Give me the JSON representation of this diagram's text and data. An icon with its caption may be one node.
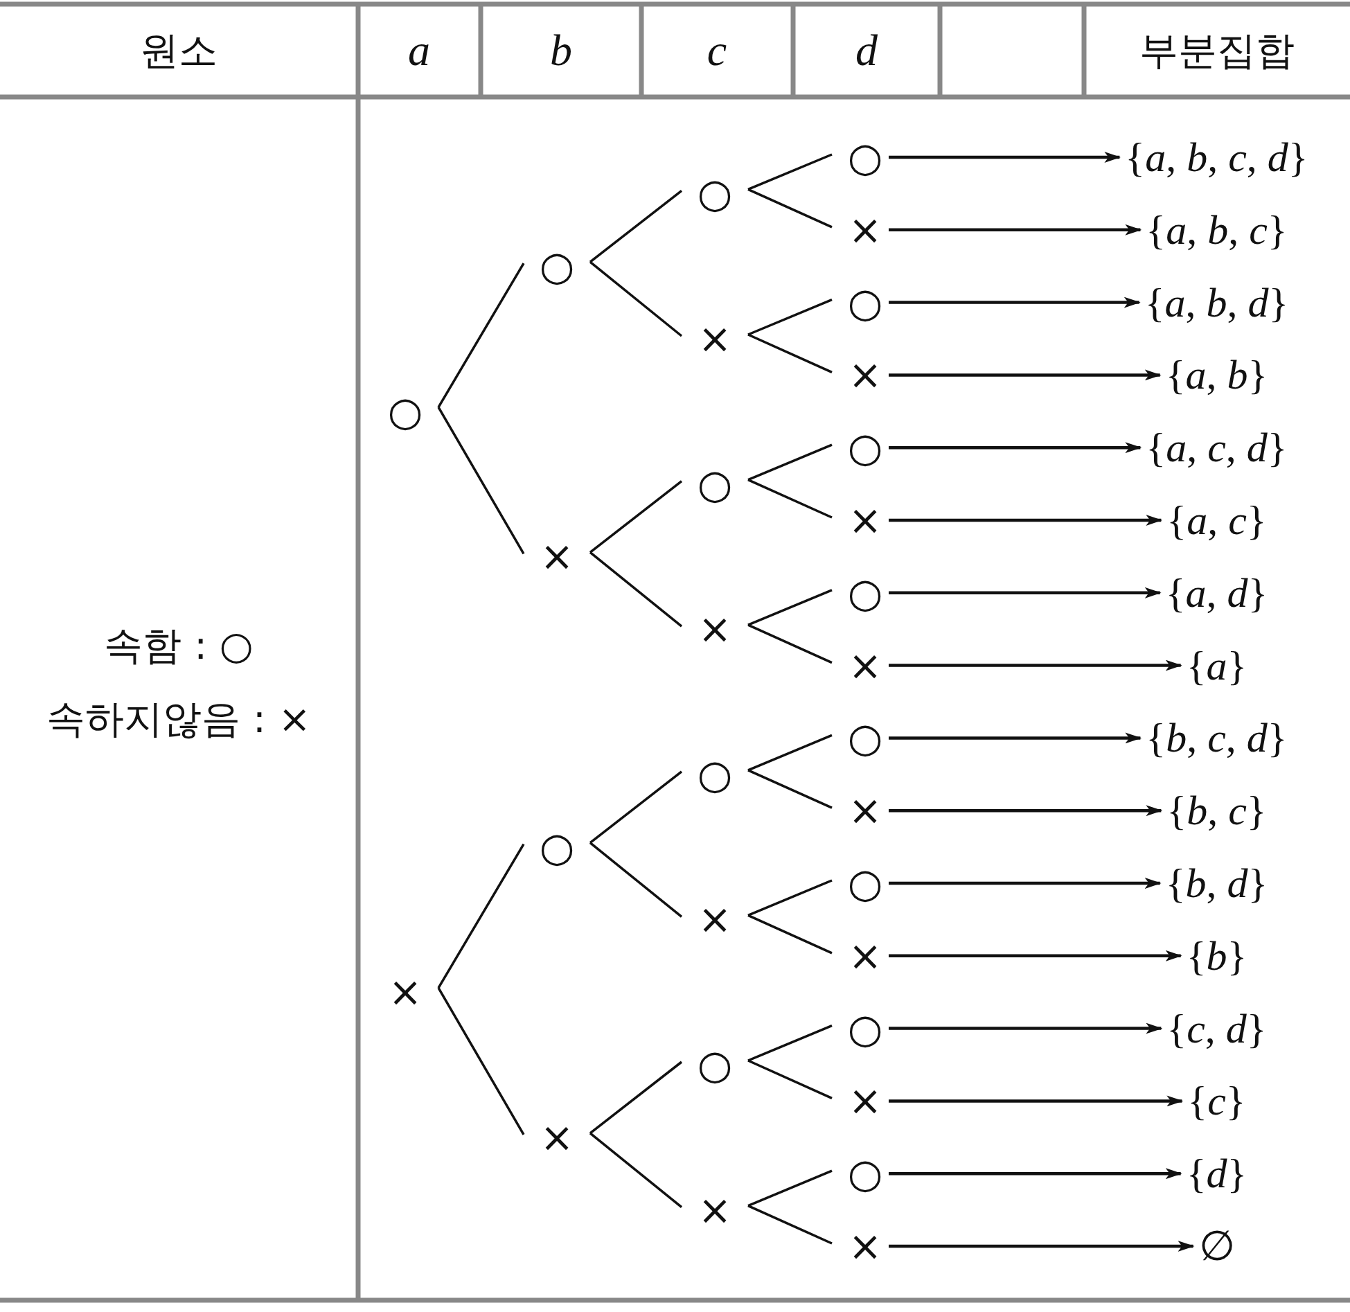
{
  "diagram": {
    "nodes": [
      {
        "text": [
          "○"
        ]
      },
      {
        "text": [
          "×"
        ]
      },
      {
        "text": [
          "○"
        ]
      },
      {
        "text": [
          "×"
        ]
      },
      {
        "text": [
          "○"
        ]
      },
      {
        "text": [
          "×"
        ]
      },
      {
        "text": [
          "○"
        ]
      },
      {
        "text": [
          "×"
        ]
      },
      {
        "text": [
          "○"
        ]
      },
      {
        "text": [
          "×"
        ]
      },
      {
        "text": [
          "○"
        ]
      },
      {
        "text": [
          "×"
        ]
      },
      {
        "text": [
          "○"
        ]
      },
      {
        "text": [
          "×"
        ]
      },
      {
        "text": [
          "○"
        ]
      },
      {
        "text": [
          "×"
        ]
      },
      {
        "text": [
          "○"
        ]
      },
      {
        "text": [
          "×"
        ]
      },
      {
        "text": [
          "○"
        ]
      },
      {
        "text": [
          "×"
        ]
      },
      {
        "text": [
          "○"
        ]
      },
      {
        "text": [
          "×"
        ]
      },
      {
        "text": [
          "○"
        ]
      },
      {
        "text": [
          "×"
        ]
      },
      {
        "text": [
          "○"
        ]
      },
      {
        "text": [
          "×"
        ]
      },
      {
        "text": [
          "○"
        ]
      },
      {
        "text": [
          "×"
        ]
      },
      {
        "text": [
          "○"
        ]
      },
      {
        "text": [
          "×"
        ]
      },
      {
        "text": [
          "{*a*, *b*, *c*, *d*}"
        ]
      },
      {
        "text": [
          "{*a*, *b*, *c*}"
        ]
      },
      {
        "text": [
          "{*a*, *b*, *d*}"
        ]
      },
      {
        "text": [
          "{*a*, *b*}"
        ]
      },
      {
        "text": [
          "{*a*, *c*, *d*}"
        ]
      },
      {
        "text": [
          "{*a*, *c*}"
        ]
      },
      {
        "text": [
          "{*a*, *d*}"
        ]
      },
      {
        "text": [
          "{*a*}"
        ]
      },
      {
        "text": [
          "{*b*, *c*, *d*}"
        ]
      },
      {
        "text": [
          "{*b*, *c*}"
        ]
      },
      {
        "text": [
          "{*b*, *d*}"
        ]
      },
      {
        "text": [
          "{*b*}"
        ]
      },
      {
        "text": [
          "{*c*, *d*}"
        ]
      },
      {
        "text": [
          "{*c*}"
        ]
      },
      {
        "text": [
          "{*d*}"
        ]
      },
      {
        "text": [
          "∅"
        ]
      }
    ],
    "edges": [
      {
        "from": 0,
        "to": 2,
        "arrow": "none"
      },
      {
        "from": 0,
        "to": 3,
        "arrow": "none"
      },
      {
        "from": 1,
        "to": 4,
        "arrow": "none"
      },
      {
        "from": 1,
        "to": 5,
        "arrow": "none"
      },
      {
        "from": 2,
        "to": 6,
        "arrow": "none"
      },
      {
        "from": 2,
        "to": 7,
        "arrow": "none"
      },
      {
        "from": 3,
        "to": 8,
        "arrow": "none"
      },
      {
        "from": 3,
        "to": 9,
        "arrow": "none"
      },
      {
        "from": 4,
        "to": 10,
        "arrow": "none"
      },
      {
        "from": 4,
        "to": 11,
        "arrow": "none"
      },
      {
        "from": 5,
        "to": 12,
        "arrow": "none"
      },
      {
        "from": 5,
        "to": 13,
        "arrow": "none"
      },
      {
        "from": 6,
        "to": 14,
        "arrow": "none"
      },
      {
        "from": 6,
        "to": 15,
        "arrow": "none"
      },
      {
        "from": 7,
        "to": 16,
        "arrow": "none"
      },
      {
        "from": 7,
        "to": 17,
        "arrow": "none"
      },
      {
        "from": 8,
        "to": 18,
        "arrow": "none"
      },
      {
        "from": 8,
        "to": 19,
        "arrow": "none"
      },
      {
        "from": 9,
        "to": 20,
        "arrow": "none"
      },
      {
        "from": 9,
        "to": 21,
        "arrow": "none"
      },
      {
        "from": 10,
        "to": 22,
        "arrow": "none"
      },
      {
        "from": 10,
        "to": 23,
        "arrow": "none"
      },
      {
        "from": 11,
        "to": 24,
        "arrow": "none"
      },
      {
        "from": 11,
        "to": 25,
        "arrow": "none"
      },
      {
        "from": 12,
        "to": 26,
        "arrow": "none"
      },
      {
        "from": 12,
        "to": 27,
        "arrow": "none"
      },
      {
        "from": 13,
        "to": 28,
        "arrow": "none"
      },
      {
        "from": 13,
        "to": 29,
        "arrow": "none"
      },
      {
        "from": 14,
        "to": 30,
        "arrow": "to"
      },
      {
        "from": 15,
        "to": 31,
        "arrow": "to"
      },
      {
        "from": 16,
        "to": 32,
        "arrow": "to"
      },
      {
        "from": 17,
        "to": 33,
        "arrow": "to"
      },
      {
        "from": 18,
        "to": 34,
        "arrow": "to"
      },
      {
        "from": 19,
        "to": 35,
        "arrow": "to"
      },
      {
        "from": 20,
        "to": 36,
        "arrow": "to"
      },
      {
        "from": 21,
        "to": 37,
        "arrow": "to"
      },
      {
        "from": 22,
        "to": 38,
        "arrow": "to"
      },
      {
        "from": 23,
        "to": 39,
        "arrow": "to"
      },
      {
        "from": 24,
        "to": 40,
        "arrow": "to"
      },
      {
        "from": 25,
        "to": 41,
        "arrow": "to"
      },
      {
        "from": 26,
        "to": 42,
        "arrow": "to"
      },
      {
        "from": 27,
        "to": 43,
        "arrow": "to"
      },
      {
        "from": 28,
        "to": 44,
        "arrow": "to"
      },
      {
        "from": 29,
        "to": 45,
        "arrow": "to"
      }
    ],
    "labels": [
      "원소",
      "a",
      "b",
      "c",
      "d",
      "부분집합",
      "속함 : ○",
      "속하지않음 : ×"
    ]
  }
}
